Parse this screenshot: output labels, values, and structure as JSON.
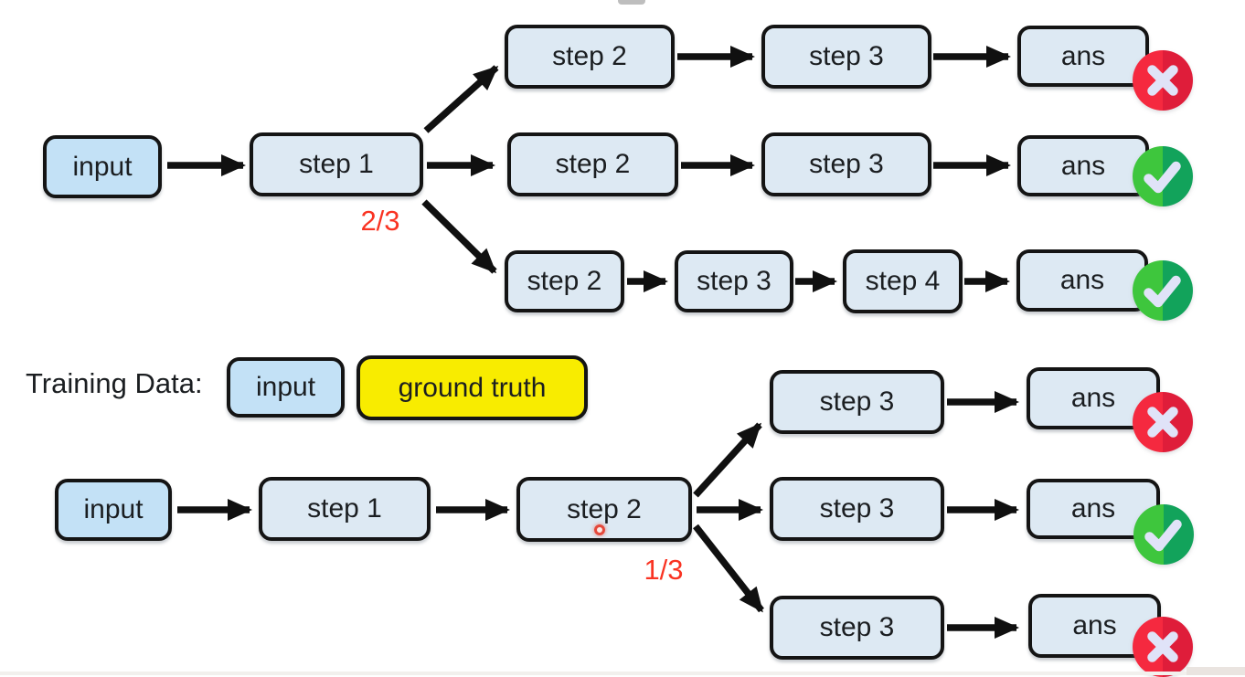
{
  "colors": {
    "background": "#ffffff",
    "box_border": "#141414",
    "step_fill": "#dde9f3",
    "input_fill": "#c3e1f6",
    "ground_truth_fill": "#f8ec00",
    "text": "#1b1e21",
    "arrow": "#101010",
    "fraction_red": "#f93322",
    "cross_left": "#f5293f",
    "cross_right": "#df1d3a",
    "check_left": "#3ec63d",
    "check_right": "#12a35b",
    "mark": "#e0e3f8",
    "laser_ring": "#e4483b"
  },
  "icons": {
    "check": "✓",
    "cross": "✕"
  },
  "top_diagram": {
    "input": "input",
    "step1": "step 1",
    "fraction": "2/3",
    "rows": [
      {
        "cells": [
          "step 2",
          "step 3"
        ],
        "ans": "ans",
        "result": "incorrect"
      },
      {
        "cells": [
          "step 2",
          "step 3"
        ],
        "ans": "ans",
        "result": "correct"
      },
      {
        "cells": [
          "step 2",
          "step 3",
          "step 4"
        ],
        "ans": "ans",
        "result": "correct"
      }
    ]
  },
  "bottom_diagram": {
    "training_label": "Training Data:",
    "training_input": "input",
    "ground_truth": "ground truth",
    "input": "input",
    "step1": "step 1",
    "step2": "step 2",
    "fraction": "1/3",
    "rows": [
      {
        "cells": [
          "step 3"
        ],
        "ans": "ans",
        "result": "incorrect"
      },
      {
        "cells": [
          "step 3"
        ],
        "ans": "ans",
        "result": "correct"
      },
      {
        "cells": [
          "step 3"
        ],
        "ans": "ans",
        "result": "incorrect"
      }
    ]
  }
}
